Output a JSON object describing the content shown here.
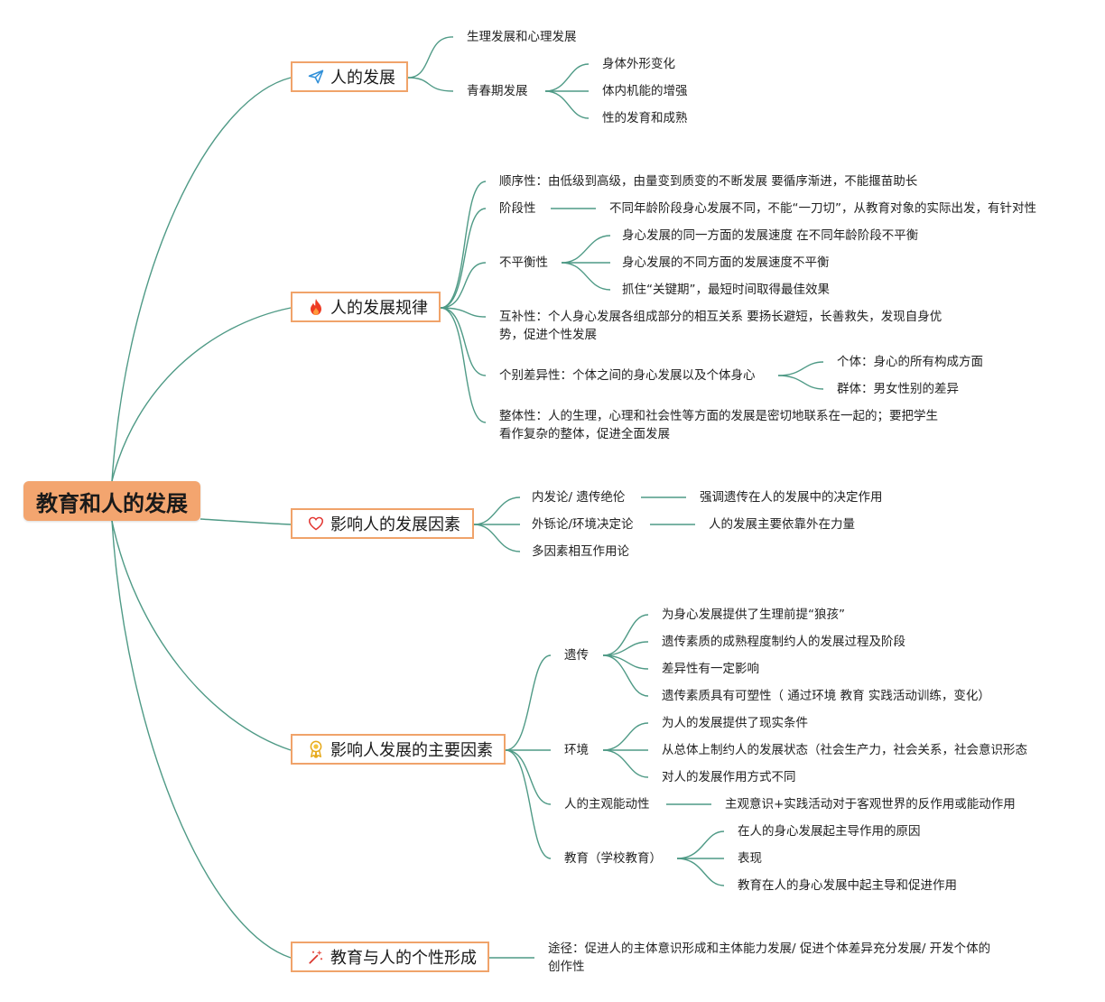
{
  "root": {
    "label": "教育和人的发展"
  },
  "colors": {
    "accent": "#f3a56f",
    "border": "#f0a36a",
    "line": "#4f9a86"
  },
  "branches": {
    "b1": {
      "label": "人的发展",
      "icon": "paper-plane-icon",
      "c1": "生理发展和心理发展",
      "c2": "青春期发展",
      "c2a": "身体外形变化",
      "c2b": "体内机能的增强",
      "c2c": "性的发育和成熟"
    },
    "b2": {
      "label": "人的发展规律",
      "icon": "fire-icon",
      "c1": "顺序性：由低级到高级，由量变到质变的不断发展 要循序渐进，不能揠苗助长",
      "c2": "阶段性",
      "c2a": "不同年龄阶段身心发展不同，不能“一刀切”，从教育对象的实际出发，有针对性",
      "c3": "不平衡性",
      "c3a": "身心发展的同一方面的发展速度 在不同年龄阶段不平衡",
      "c3b": "身心发展的不同方面的发展速度不平衡",
      "c3c": "抓住“关键期”，最短时间取得最佳效果",
      "c4": "互补性：个人身心发展各组成部分的相互关系 要扬长避短，长善救失，发现自身优势，促进个性发展",
      "c5": "个别差异性：个体之间的身心发展以及个体身心",
      "c5a": "个体：身心的所有构成方面",
      "c5b": "群体：男女性别的差异",
      "c6": "整体性：人的生理，心理和社会性等方面的发展是密切地联系在一起的；要把学生看作复杂的整体，促进全面发展"
    },
    "b3": {
      "label": "影响人的发展因素",
      "icon": "heart-icon",
      "c1": "内发论/ 遗传绝伦",
      "c1a": "强调遗传在人的发展中的决定作用",
      "c2": "外铄论/环境决定论",
      "c2a": "人的发展主要依靠外在力量",
      "c3": "多因素相互作用论"
    },
    "b4": {
      "label": "影响人发展的主要因素",
      "icon": "award-icon",
      "c1": "遗传",
      "c1a": "为身心发展提供了生理前提“狼孩”",
      "c1b": "遗传素质的成熟程度制约人的发展过程及阶段",
      "c1c": "差异性有一定影响",
      "c1d": "遗传素质具有可塑性（ 通过环境 教育 实践活动训练，变化）",
      "c2": "环境",
      "c2a": "为人的发展提供了现实条件",
      "c2b": "从总体上制约人的发展状态（社会生产力，社会关系，社会意识形态",
      "c2c": "对人的发展作用方式不同",
      "c3": "人的主观能动性",
      "c3a": "主观意识+实践活动对于客观世界的反作用或能动作用",
      "c4": "教育（学校教育）",
      "c4a": "在人的身心发展起主导作用的原因",
      "c4b": "表现",
      "c4c": "教育在人的身心发展中起主导和促进作用"
    },
    "b5": {
      "label": "教育与人的个性形成",
      "icon": "sparkle-icon",
      "c1": "途径：促进人的主体意识形成和主体能力发展/ 促进个体差异充分发展/ 开发个体的创作性"
    }
  }
}
